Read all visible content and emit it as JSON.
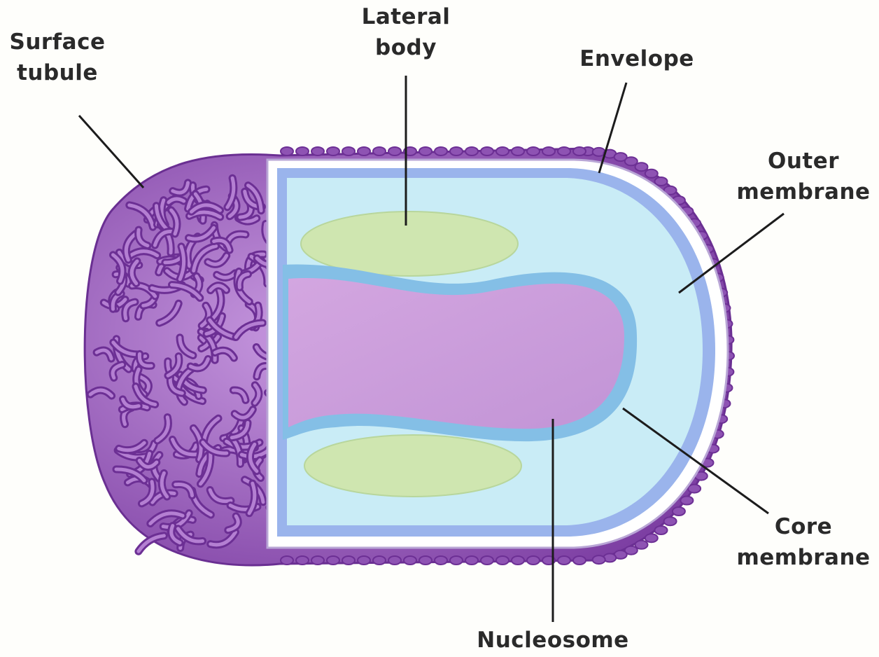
{
  "labels": {
    "surface_tubule": [
      "Surface",
      "tubule"
    ],
    "lateral_body": [
      "Lateral",
      "body"
    ],
    "envelope": "Envelope",
    "outer_membrane": [
      "Outer",
      "membrane"
    ],
    "core_membrane": [
      "Core",
      "membrane"
    ],
    "nucleosome": "Nucleosome"
  },
  "colors": {
    "background": "#fefefb",
    "surface_tubules": "#9c64bd",
    "envelope": "#ffffff",
    "outer_membrane": "#9ab4ec",
    "interior": "#c9ecf6",
    "lateral_body": "#cfe6b0",
    "core_membrane": "#84bfe6",
    "nucleosome": "#cc9edb",
    "leader_line": "#1c1c1c"
  }
}
